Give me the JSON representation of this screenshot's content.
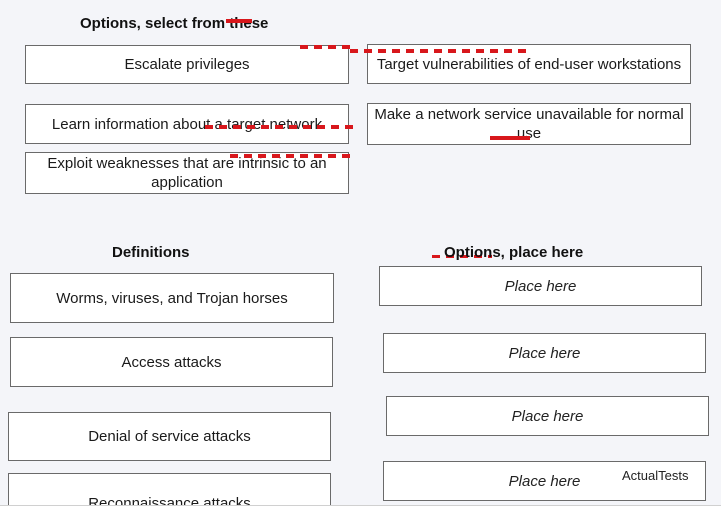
{
  "options_heading": "Options, select from these",
  "options": [
    "Escalate privileges",
    "Target vulnerabilities of end-user workstations",
    "Learn information about a target network",
    "Make a network service unavailable for normal use",
    "Exploit weaknesses that are intrinsic to an application"
  ],
  "definitions_heading": "Definitions",
  "definitions": [
    "Worms, viruses, and Trojan horses",
    "Access attacks",
    "Denial of service attacks",
    "Reconnaissance attacks"
  ],
  "targets_heading": "Options, place here",
  "targets": [
    "Place here",
    "Place here",
    "Place here",
    "Place here"
  ],
  "watermark": "ActualTests",
  "colors": {
    "annotation_red": "#d8171c",
    "box_border": "#6a6a6a",
    "background": "#f4f5f9"
  }
}
